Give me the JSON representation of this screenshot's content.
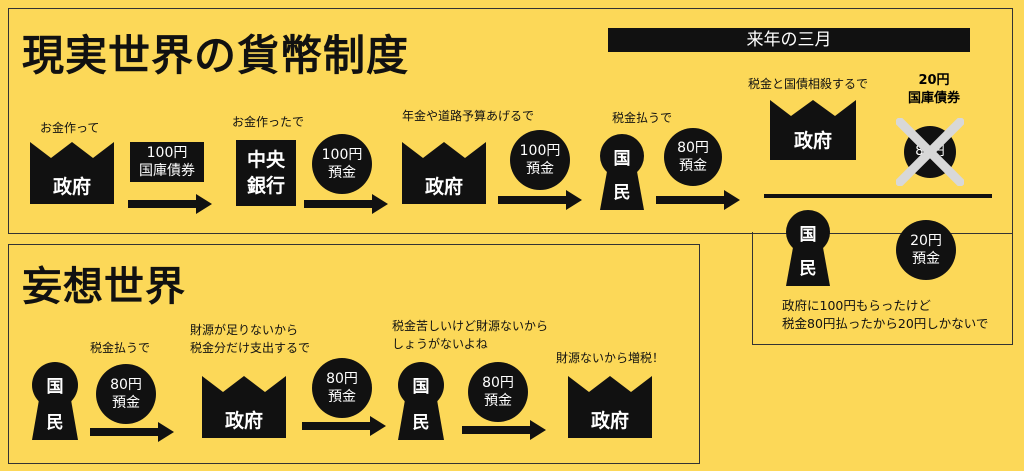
{
  "real": {
    "title": "現実世界の貨幣制度",
    "step1": {
      "caption": "お金作って",
      "label": "政府"
    },
    "bond": {
      "line1": "100円",
      "line2": "国庫債券"
    },
    "step2": {
      "caption": "お金作ったで",
      "line1": "中央",
      "line2": "銀行"
    },
    "coin1": {
      "line1": "100円",
      "line2": "預金"
    },
    "step3": {
      "caption": "年金や道路予算あげるで",
      "label": "政府"
    },
    "coin2": {
      "line1": "100円",
      "line2": "預金"
    },
    "step4": {
      "caption": "税金払うで",
      "line1": "国",
      "line2": "民"
    },
    "coin3": {
      "line1": "80円",
      "line2": "預金"
    }
  },
  "next_year": {
    "banner": "来年の三月",
    "caption": "税金と国債相殺するで",
    "gov_label": "政府",
    "bond_caption_1": "20円",
    "bond_caption_2": "国庫債券",
    "crossed_coin": "80円",
    "citizen": {
      "line1": "国",
      "line2": "民"
    },
    "coin": {
      "line1": "20円",
      "line2": "預金"
    },
    "note_1": "政府に100円もらったけど",
    "note_2": "税金80円払ったから20円しかないで"
  },
  "fantasy": {
    "title": "妄想世界",
    "step1": {
      "caption": "税金払うで",
      "line1": "国",
      "line2": "民"
    },
    "coin1": {
      "line1": "80円",
      "line2": "預金"
    },
    "step2": {
      "caption_1": "財源が足りないから",
      "caption_2": "税金分だけ支出するで",
      "label": "政府"
    },
    "coin2": {
      "line1": "80円",
      "line2": "預金"
    },
    "step3": {
      "caption_1": "税金苦しいけど財源ないから",
      "caption_2": "しょうがないよね",
      "line1": "国",
      "line2": "民"
    },
    "coin3": {
      "line1": "80円",
      "line2": "預金"
    },
    "step4": {
      "caption": "財源ないから増税！",
      "label": "政府"
    }
  },
  "colors": {
    "background": "#fcd858",
    "ink": "#111111",
    "cross": "#d8d8d8"
  },
  "icons": [
    "crown-icon",
    "keyhole-person-icon",
    "right-arrow-icon",
    "cross-icon"
  ]
}
